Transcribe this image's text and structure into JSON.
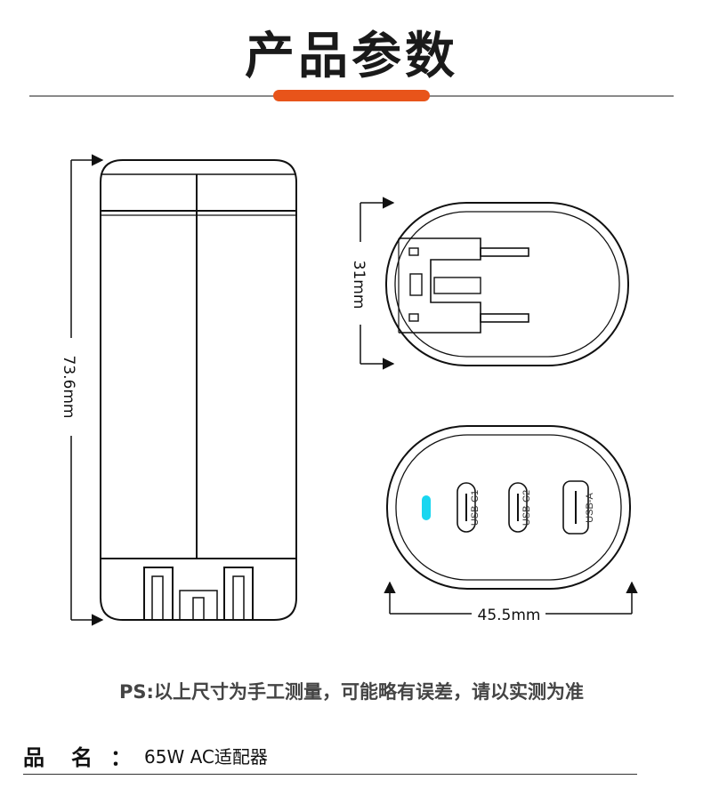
{
  "header": {
    "title": "产品参数"
  },
  "dimensions": {
    "height": "73.6mm",
    "depth": "31mm",
    "width": "45.5mm"
  },
  "ports": [
    {
      "label": "USB-C1"
    },
    {
      "label": "USB-C2"
    },
    {
      "label": "USB-A"
    }
  ],
  "colors": {
    "accent": "#e8541a",
    "led": "#19d6f0"
  },
  "note": "PS:以上尺寸为手工测量，可能略有误差，请以实测为准",
  "spec": {
    "label": "品名",
    "colon": "：",
    "value": "65W AC适配器"
  }
}
